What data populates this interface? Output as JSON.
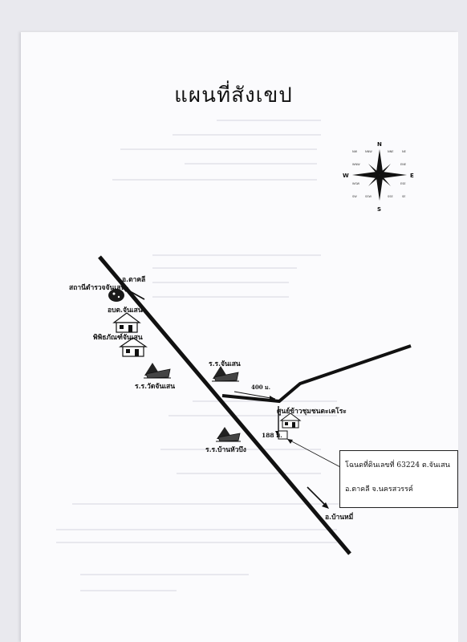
{
  "title": "แผนที่สังเขป",
  "compass": {
    "n": "N",
    "s": "S",
    "e": "E",
    "w": "W",
    "nw": "NW",
    "ne": "NE",
    "sw": "SW",
    "se": "SE",
    "nnw": "NNW",
    "nne": "NNE",
    "wnw": "WNW",
    "ene": "ENE",
    "wsw": "WSW",
    "ese": "ESE",
    "ssw": "SSW",
    "sse": "SSE"
  },
  "labels": {
    "taklit_arrow": "อ.ตาคลี",
    "police": "สถานีตำรวจจันเสน",
    "obt": "อบต.จันเสน",
    "museum": "พิพิธภัณฑ์จันเสน",
    "wat_school": "ร.ร.วัดจันเสน",
    "chansen_school": "ร.ร.จันเสน",
    "dist_400": "400 ม.",
    "rice_center": "ศูนย์ข้าวชุมชนตะเคโระ",
    "dist_188": "188 ม.",
    "huaphueng_school": "ร.ร.บ้านหัวบึง",
    "banmi_arrow": "อ.บ้านหมี่"
  },
  "infobox": {
    "line1": "โฉนดที่ดินเลขที่  63224  ต.จันเสน",
    "line2": "อ.ตาคลี  จ.นครสวรรค์"
  },
  "icons": {
    "police": "police-station-icon",
    "obt": "house-icon",
    "museum": "house-icon",
    "wat_school": "school-icon",
    "chansen_school": "school-icon",
    "huaphueng_school": "school-icon",
    "rice_center": "house-icon",
    "land_plot": "land-plot-icon"
  }
}
